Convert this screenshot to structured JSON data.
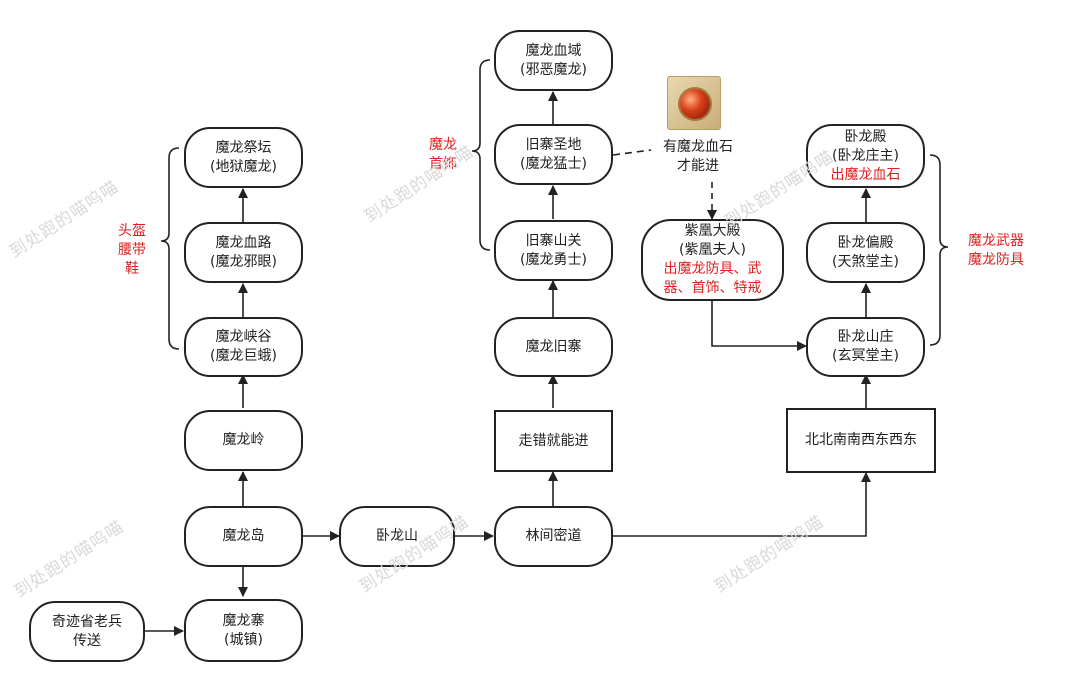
{
  "diagram": {
    "nodes": {
      "qiji": [
        "奇迹省老兵",
        "传送"
      ],
      "molongzhai": [
        "魔龙寨",
        "(城镇)"
      ],
      "molongdao": [
        "魔龙岛"
      ],
      "molongling": [
        "魔龙岭"
      ],
      "molongxiagu": [
        "魔龙峡谷",
        "(魔龙巨蛾)"
      ],
      "molongxuelu": [
        "魔龙血路",
        "(魔龙邪眼)"
      ],
      "molongjitan": [
        "魔龙祭坛",
        "(地狱魔龙)"
      ],
      "wolongshan": [
        "卧龙山"
      ],
      "linjianmidao": [
        "林间密道"
      ],
      "zoucuo": [
        "走错就能进"
      ],
      "molongjiuzhai": [
        "魔龙旧寨"
      ],
      "jiuzhaishanguan": [
        "旧寨山关",
        "(魔龙勇士)"
      ],
      "jiuzhaishengdi": [
        "旧寨圣地",
        "(魔龙猛士)"
      ],
      "molongxueyu": [
        "魔龙血域",
        "(邪恶魔龙)"
      ],
      "zihuangdadian": [
        "紫凰大殿",
        "(紫凰夫人)"
      ],
      "zihuangdadian_drop": [
        "出魔龙防具、武",
        "器、首饰、特戒"
      ],
      "beibei": [
        "北北南南西东西东"
      ],
      "wolongshanzhuang": [
        "卧龙山庄",
        "(玄冥堂主)"
      ],
      "wolongpiandian": [
        "卧龙偏殿",
        "(天煞堂主)"
      ],
      "wolongdian": [
        "卧龙殿",
        "(卧龙庄主)"
      ],
      "wolongdian_drop": "出魔龙血石"
    },
    "labels": {
      "left_group": [
        "头盔",
        "腰带",
        "鞋"
      ],
      "middle_group": [
        "魔龙",
        "首饰"
      ],
      "right_group": [
        "魔龙武器",
        "魔龙防具"
      ]
    },
    "note": [
      "有魔龙血石",
      "才能进"
    ],
    "icon": "dragon-blood-stone-icon",
    "watermark": "到处跑的喵呜喵",
    "colors": {
      "stroke": "#222222",
      "accent_red": "#e02020",
      "watermark": "#d9d9d9"
    }
  }
}
